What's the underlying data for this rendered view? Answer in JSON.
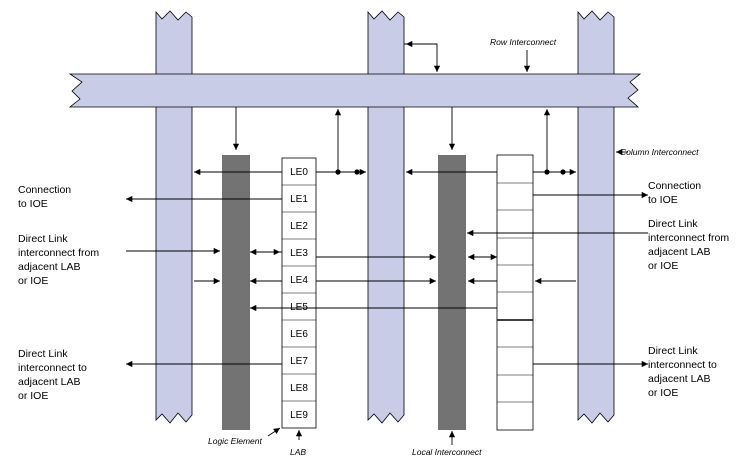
{
  "labels": {
    "row_interconnect": "Row Interconnect",
    "column_interconnect": "Column Interconnect",
    "logic_element": "Logic Element",
    "lab": "LAB",
    "local_interconnect": "Local Interconnect"
  },
  "le_labels": [
    "LE0",
    "LE1",
    "LE2",
    "LE3",
    "LE4",
    "LE5",
    "LE6",
    "LE7",
    "LE8",
    "LE9"
  ],
  "left_text": {
    "a1": "Connection",
    "a2": "to IOE",
    "b1": "Direct Link",
    "b2": "interconnect from",
    "b3": "adjacent LAB",
    "b4": "or IOE",
    "c1": "Direct Link",
    "c2": "interconnect to",
    "c3": "adjacent LAB",
    "c4": "or IOE"
  },
  "right_text": {
    "a1": "Connection",
    "a2": "to IOE",
    "b1": "Direct Link",
    "b2": "interconnect from",
    "b3": "adjacent LAB",
    "b4": "or IOE",
    "c1": "Direct Link",
    "c2": "interconnect to",
    "c3": "adjacent LAB",
    "c4": "or IOE"
  },
  "colors": {
    "interconnect_fill": "#c8cce6",
    "stroke": "#000000"
  }
}
